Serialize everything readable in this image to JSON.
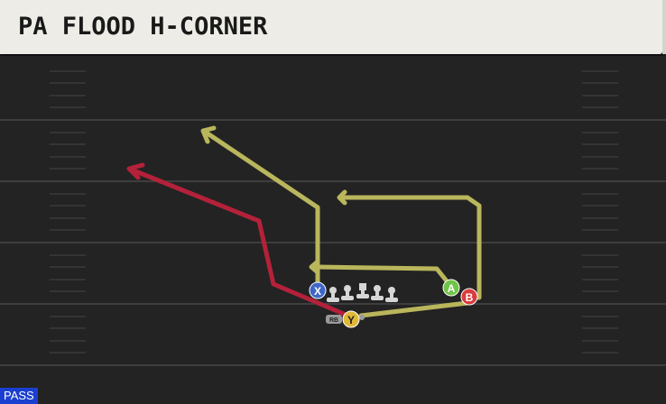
{
  "play": {
    "title": "PA FLOOD H-CORNER",
    "type_badge": "PASS"
  },
  "players": {
    "x_label": "X",
    "a_label": "A",
    "b_label": "B",
    "y_label": "Y",
    "rb_label": "RB"
  },
  "colors": {
    "route_yellow": "#b9b65c",
    "route_red": "#b4213a",
    "x_button": "#3f67c7",
    "a_button": "#71c449",
    "b_button": "#d93c3c",
    "y_button": "#e0b939",
    "badge_blue": "#1a3fd0"
  },
  "icons": [
    "x-button-icon",
    "a-button-icon",
    "b-button-icon",
    "y-button-icon",
    "lineman-icon",
    "rb-icon"
  ]
}
